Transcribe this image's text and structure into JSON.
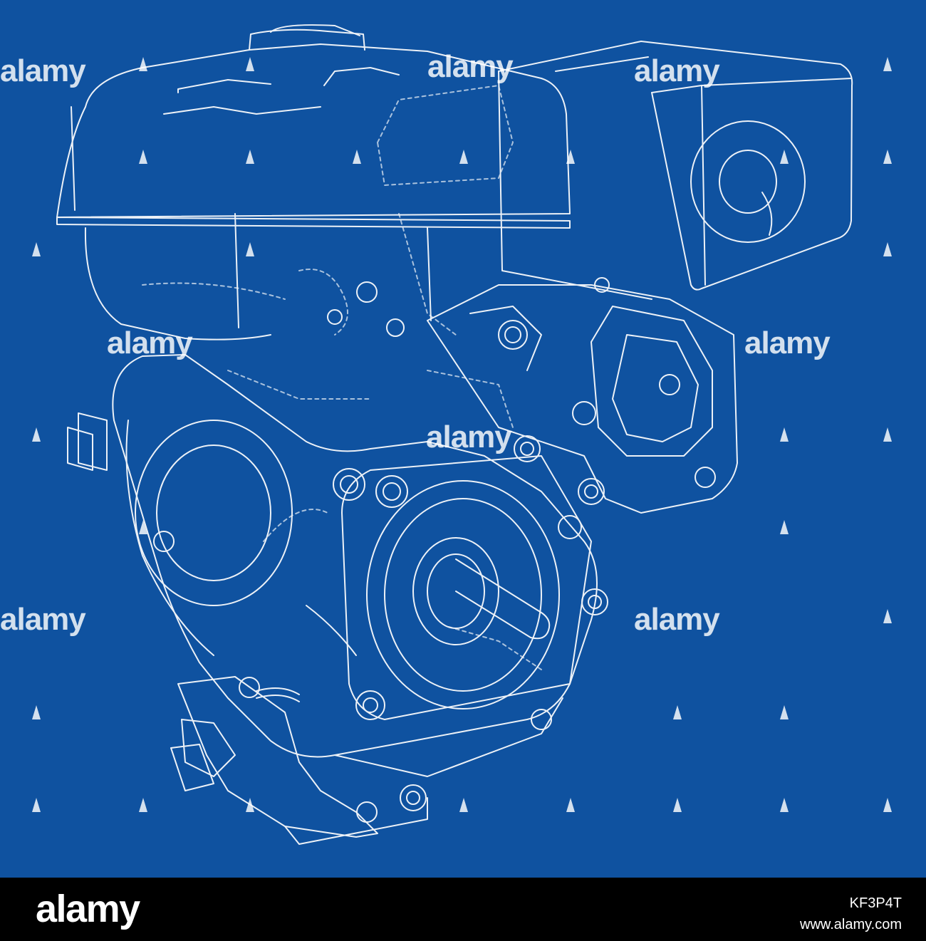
{
  "image": {
    "subject": "engine-wireframe",
    "background_color": "#0f52a0",
    "line_color": "#ffffff"
  },
  "watermark": {
    "text": "alamy",
    "icon": "alamy-triangle-icon"
  },
  "footer": {
    "logo": "alamy",
    "image_id": "KF3P4T",
    "url": "www.alamy.com",
    "background_color": "#000000"
  }
}
